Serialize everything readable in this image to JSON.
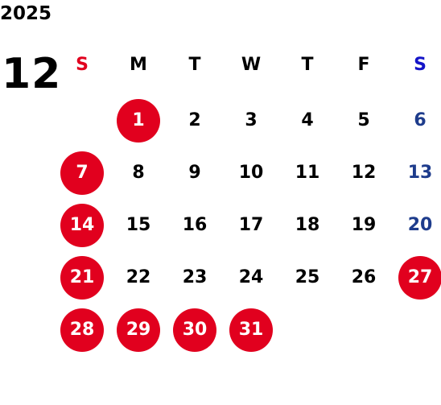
{
  "year": "2025",
  "month": "12",
  "colors": {
    "holiday_circle": "#e1001e",
    "sunday_header": "#e1001e",
    "saturday": "#1e3c8c",
    "saturday_header": "#1414c8",
    "text": "#000000"
  },
  "weekdays": [
    "S",
    "M",
    "T",
    "W",
    "T",
    "F",
    "S"
  ],
  "weeks": [
    [
      "",
      "1",
      "2",
      "3",
      "4",
      "5",
      "6"
    ],
    [
      "7",
      "8",
      "9",
      "10",
      "11",
      "12",
      "13"
    ],
    [
      "14",
      "15",
      "16",
      "17",
      "18",
      "19",
      "20"
    ],
    [
      "21",
      "22",
      "23",
      "24",
      "25",
      "26",
      "27"
    ],
    [
      "28",
      "29",
      "30",
      "31",
      "",
      "",
      ""
    ]
  ],
  "highlighted_days": [
    "1",
    "7",
    "14",
    "21",
    "27",
    "28",
    "29",
    "30",
    "31"
  ]
}
